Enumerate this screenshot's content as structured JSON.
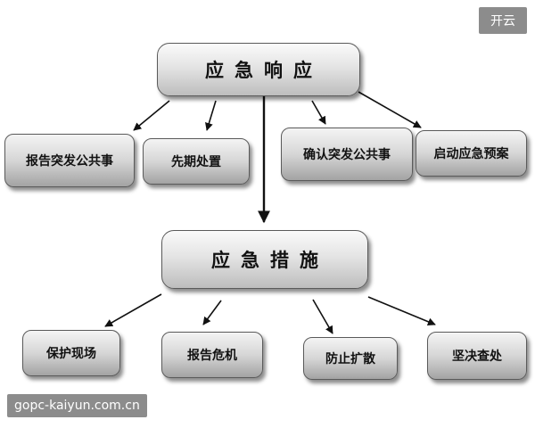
{
  "diagram": {
    "top_node": "应急响应",
    "top_children": [
      "报告突发公共事",
      "先期处置",
      "确认突发公共事",
      "启动应急预案"
    ],
    "middle_node": "应急措施",
    "middle_children": [
      "保护现场",
      "报告危机",
      "防止扩散",
      "坚决查处"
    ]
  },
  "badge": "开云",
  "watermark": "gopc-kaiyun.com.cn"
}
